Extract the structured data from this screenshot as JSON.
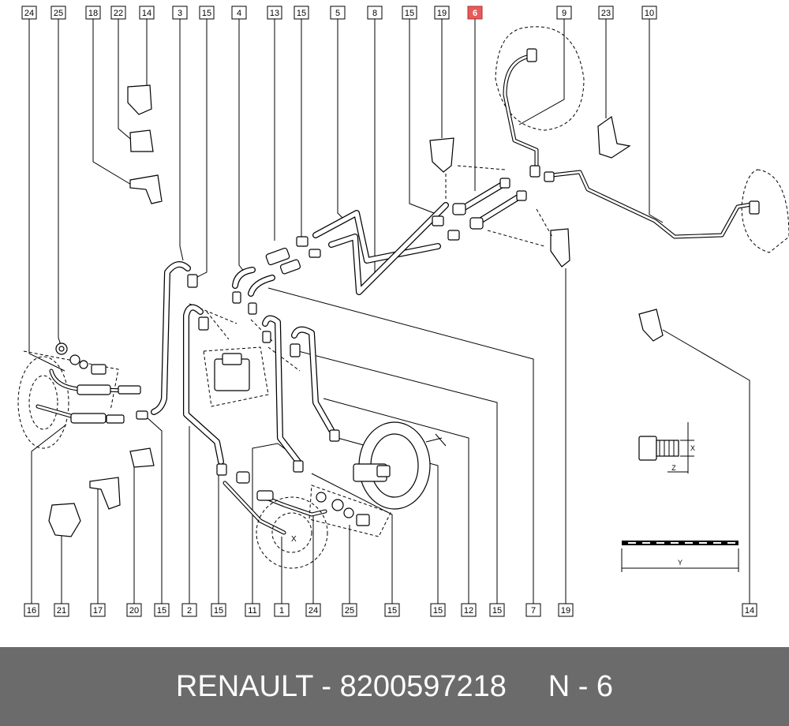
{
  "labels": {
    "top": [
      "24",
      "25",
      "18",
      "22",
      "14",
      "3",
      "15",
      "4",
      "13",
      "15",
      "5",
      "8",
      "15",
      "19",
      "6",
      "9",
      "23",
      "10"
    ],
    "bottom": [
      "16",
      "21",
      "17",
      "20",
      "15",
      "2",
      "15",
      "11",
      "1",
      "24",
      "25",
      "15",
      "15",
      "12",
      "15",
      "7",
      "19",
      "14"
    ],
    "highlighted": "6"
  },
  "dimensions": {
    "x_top": "X",
    "x_bottom": "X",
    "z": "Z",
    "y": "Y"
  },
  "footer": {
    "brand": "RENAULT",
    "separator": " - ",
    "part_number": "8200597218",
    "position_label": "N - 6"
  },
  "colors": {
    "highlight": "#e85a5a",
    "footer_bg": "#6b6b6b",
    "footer_text": "#ffffff"
  }
}
